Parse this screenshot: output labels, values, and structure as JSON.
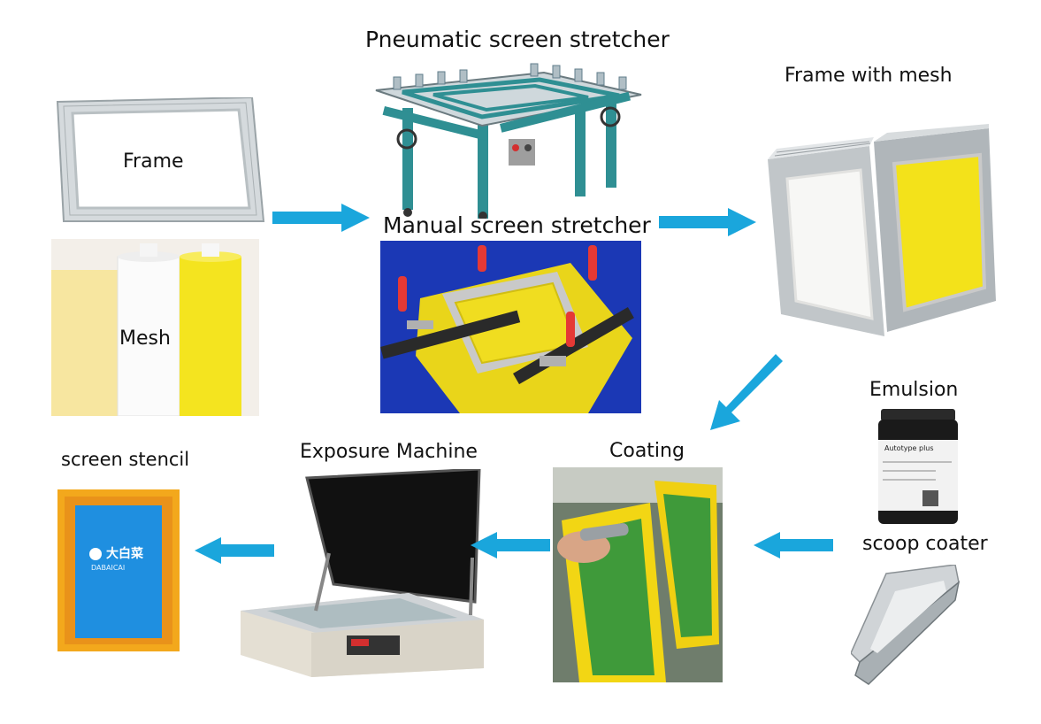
{
  "labels": {
    "pneumatic": "Pneumatic screen stretcher",
    "frame_with_mesh": "Frame with mesh",
    "frame": "Frame",
    "mesh": "Mesh",
    "manual": "Manual screen stretcher",
    "emulsion": "Emulsion",
    "screen_stencil": "screen stencil",
    "exposure": "Exposure Machine",
    "coating": "Coating",
    "scoop_coater": "scoop coater"
  },
  "product_text": {
    "emulsion_label": "Autotype plus",
    "stencil_brand": "大白菜",
    "stencil_brand_latin": "DABAICAI"
  },
  "colors": {
    "arrow": "#1aa6dc",
    "mesh_yellow": "#f3e21a",
    "stretcher_teal": "#2f8f93",
    "coating_green": "#3f9a3a",
    "stencil_blue": "#1f8fe0",
    "stencil_frame": "#f3a81c",
    "manual_bg": "#1b38b5"
  },
  "icons": [
    "arrow-right-icon",
    "arrow-diagonal-icon",
    "arrow-left-icon"
  ]
}
